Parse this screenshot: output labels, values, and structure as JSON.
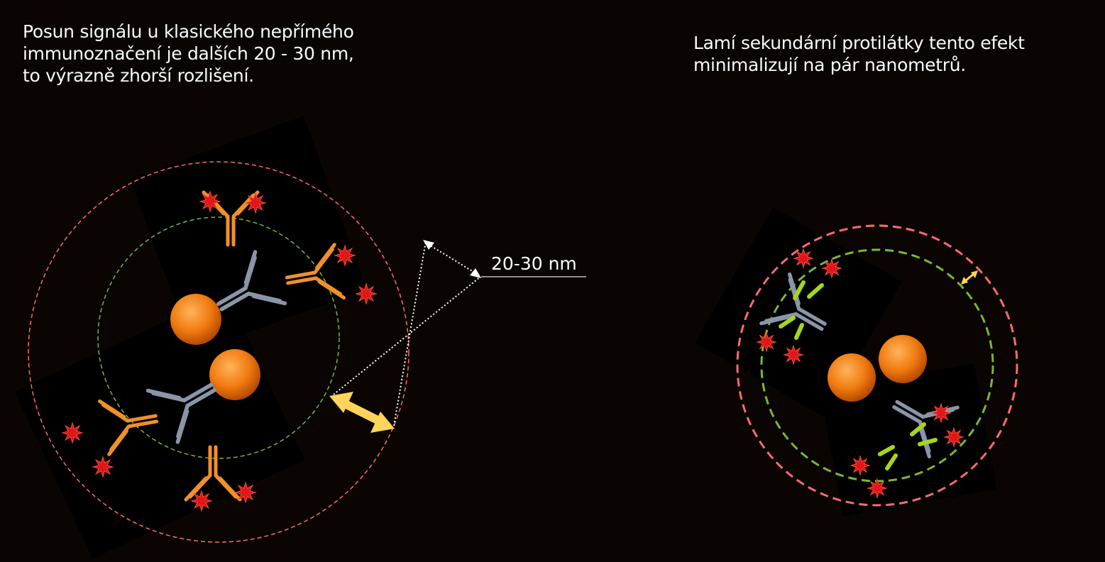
{
  "left_panel": {
    "caption": "Posun signálu u klasického nepřímého\nimmunoznačení je dalších 20 - 30 nm,\nto výrazně zhorší rozlišení.",
    "distance_label": "20-30 nm"
  },
  "right_panel": {
    "caption": "Lamí sekundární protilátky tento efekt\nminimalizují na pár nanometrů."
  },
  "colors": {
    "background": "#0a0503",
    "outer_circle": "#ff6b6b",
    "inner_circle": "#7ab82e",
    "primary_antibody": "#8a96a8",
    "secondary_antibody": "#f0902a",
    "nanobody": "#a6d51a",
    "fluorophore": "#e0161a",
    "target_sphere": "#f07a10",
    "shift_arrow": "#ffd45a"
  }
}
